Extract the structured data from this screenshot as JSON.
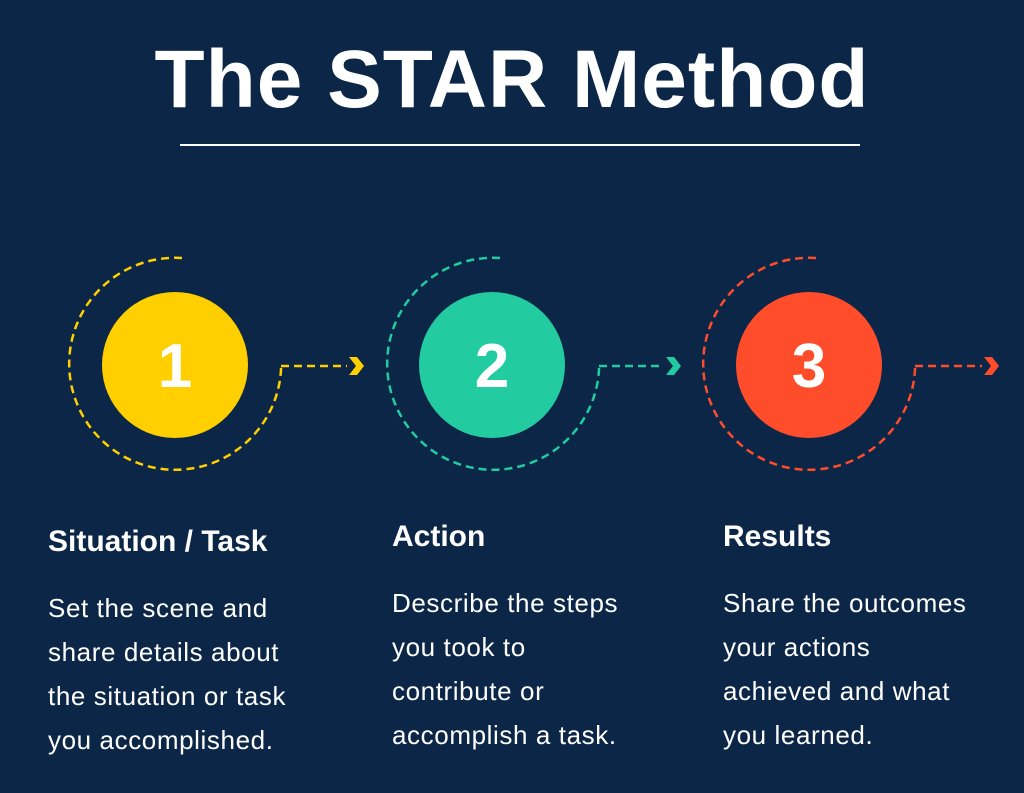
{
  "title": "The STAR Method",
  "colors": {
    "background": "#0b2646",
    "step1": "#ffcf00",
    "step2": "#23cba0",
    "step3": "#ff4d2b",
    "text": "#ffffff"
  },
  "steps": [
    {
      "number": "1",
      "title": "Situation / Task",
      "lines": [
        "Set the scene and",
        "share details about",
        "the situation or task",
        "you accomplished."
      ],
      "color": "#ffcf00"
    },
    {
      "number": "2",
      "title": "Action",
      "lines": [
        "Describe the steps",
        "you took to",
        "contribute or",
        "accomplish a task."
      ],
      "color": "#23cba0"
    },
    {
      "number": "3",
      "title": "Results",
      "lines": [
        "Share the outcomes",
        "your actions",
        "achieved and what",
        "you learned."
      ],
      "color": "#ff4d2b"
    }
  ]
}
